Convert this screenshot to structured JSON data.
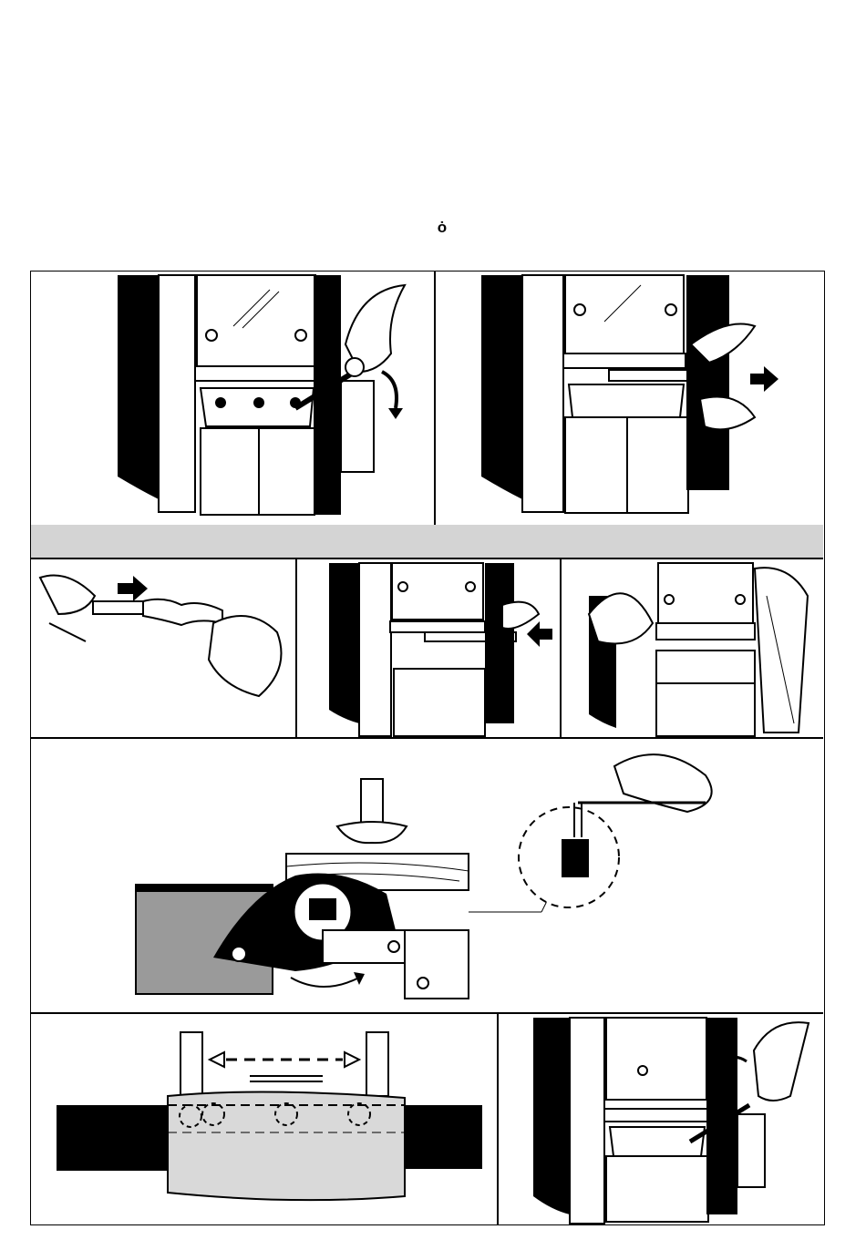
{
  "page_mark": "ȯ",
  "panels": [
    {
      "id": "fig-1",
      "icon": "blade-bolt-loosen-illustration"
    },
    {
      "id": "fig-2",
      "icon": "blade-removal-illustration"
    },
    {
      "id": "fig-3",
      "icon": "blade-sharpening-illustration"
    },
    {
      "id": "fig-4",
      "icon": "blade-insertion-illustration"
    },
    {
      "id": "fig-5",
      "icon": "planer-drum-cleaning-illustration"
    },
    {
      "id": "fig-6",
      "icon": "blade-holder-adjustment-illustration"
    },
    {
      "id": "fig-7",
      "icon": "blade-alignment-illustration"
    },
    {
      "id": "fig-8",
      "icon": "blade-bolt-tighten-illustration"
    }
  ],
  "colors": {
    "line": "#000000",
    "band": "#d4d4d4",
    "shade": "#9a9a9a"
  }
}
